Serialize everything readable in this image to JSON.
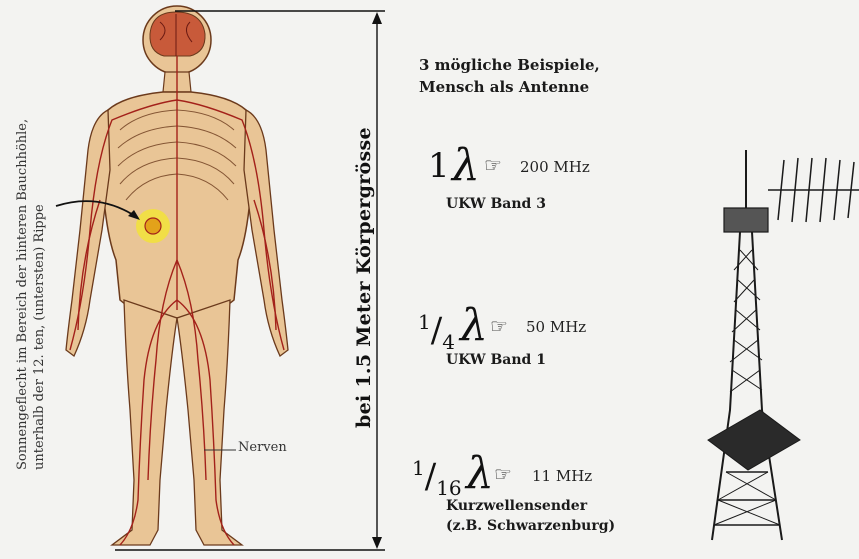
{
  "side_caption": {
    "line1": "Sonnengeflecht im Bereich der hinteren Bauchhöhle,",
    "line2": "unterhalb der 12. ten, (untersten) Rippe"
  },
  "nerves_label": "Nerven",
  "height_label": "bei 1.5 Meter Körpergrösse",
  "heading": {
    "line1": "3 mögliche Beispiele,",
    "line2": "Mensch als Antenne"
  },
  "examples": [
    {
      "fraction_num": "1",
      "fraction_den": "",
      "symbol": "λ",
      "pointer": "☞",
      "frequency": "200 MHz",
      "band_line1": "UKW Band 3",
      "band_line2": ""
    },
    {
      "fraction_num": "1",
      "fraction_den": "4",
      "symbol": "λ",
      "pointer": "☞",
      "frequency": "50 MHz",
      "band_line1": "UKW Band 1",
      "band_line2": ""
    },
    {
      "fraction_num": "1",
      "fraction_den": "16",
      "symbol": "λ",
      "pointer": "☞",
      "frequency": "11 MHz",
      "band_line1": "Kurzwellensender",
      "band_line2": "(z.B. Schwarzenburg)"
    }
  ],
  "colors": {
    "body_fill": "#e9c596",
    "body_outline": "#6b3a1c",
    "nerve": "#a3211a",
    "solar_plexus": "#f2e23a",
    "brain": "#c85a3a",
    "tower": "#1a1a1a"
  },
  "icons": [
    "pointing-hand-icon",
    "lambda-symbol",
    "arrow-icon"
  ]
}
